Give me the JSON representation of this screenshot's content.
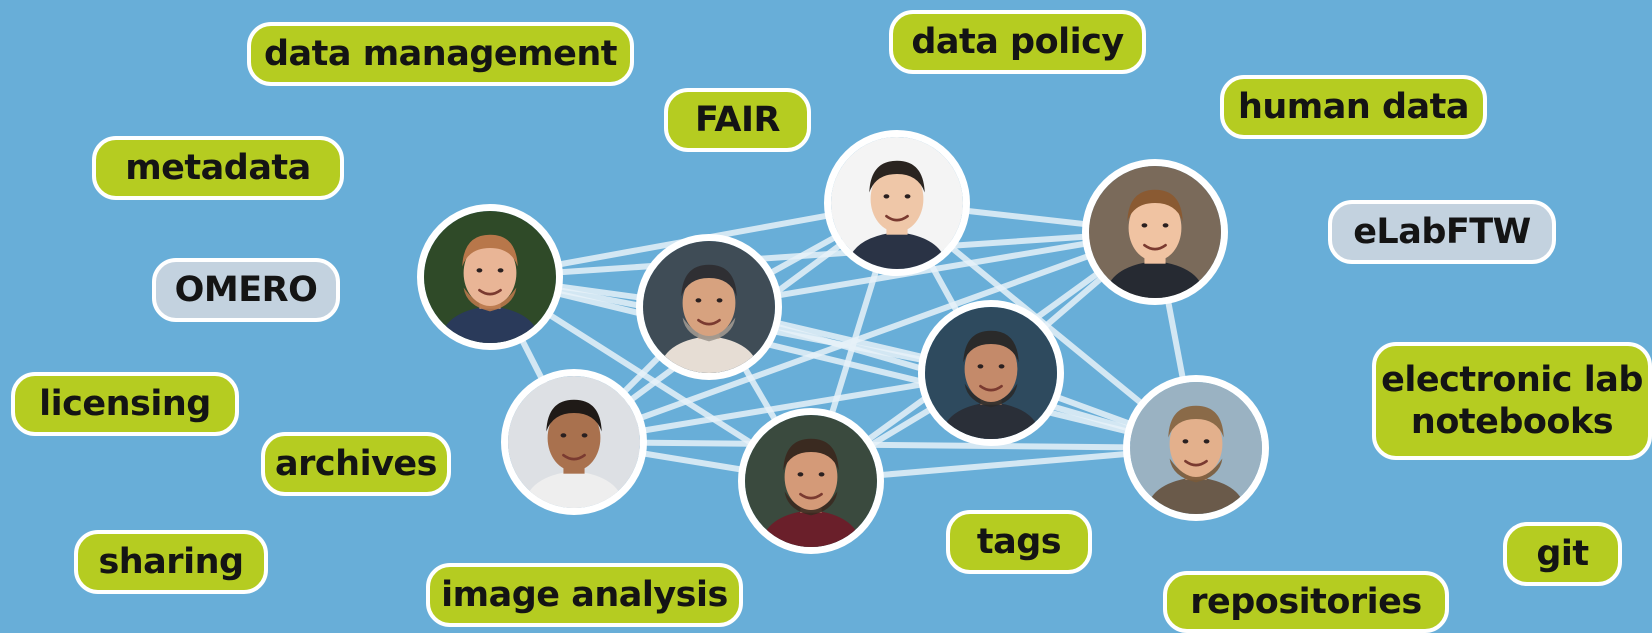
{
  "tags": [
    {
      "id": "data-management",
      "label": "data management",
      "style": "green"
    },
    {
      "id": "data-policy",
      "label": "data policy",
      "style": "green"
    },
    {
      "id": "fair",
      "label": "FAIR",
      "style": "green"
    },
    {
      "id": "human-data",
      "label": "human data",
      "style": "green"
    },
    {
      "id": "metadata",
      "label": "metadata",
      "style": "green"
    },
    {
      "id": "omero",
      "label": "OMERO",
      "style": "grey"
    },
    {
      "id": "elabftw",
      "label": "eLabFTW",
      "style": "grey"
    },
    {
      "id": "licensing",
      "label": "licensing",
      "style": "green"
    },
    {
      "id": "electronic-lab-notebooks",
      "label": "electronic lab\nnotebooks",
      "style": "green"
    },
    {
      "id": "archives",
      "label": "archives",
      "style": "green"
    },
    {
      "id": "sharing",
      "label": "sharing",
      "style": "green"
    },
    {
      "id": "image-analysis",
      "label": "image analysis",
      "style": "green"
    },
    {
      "id": "tags",
      "label": "tags",
      "style": "green"
    },
    {
      "id": "git",
      "label": "git",
      "style": "green"
    },
    {
      "id": "repositories",
      "label": "repositories",
      "style": "green"
    }
  ],
  "people": [
    {
      "id": "person-1",
      "skin": "#e9b596",
      "hair": "#b8774a",
      "beard": "#b8774a",
      "background": "#2f4a28",
      "shirt": "#2a3a5a"
    },
    {
      "id": "person-2",
      "skin": "#d7a27f",
      "hair": "#2f2f33",
      "beard": "#9e9890",
      "background": "#3f4c56",
      "shirt": "#e6ddd4"
    },
    {
      "id": "person-3",
      "skin": "#efc7a8",
      "hair": "#2a2420",
      "beard": null,
      "background": "#f4f4f4",
      "shirt": "#2a3345"
    },
    {
      "id": "person-4",
      "skin": "#f0c3a2",
      "hair": "#8a5a32",
      "beard": null,
      "background": "#7a6a5a",
      "shirt": "#262a32"
    },
    {
      "id": "person-5",
      "skin": "#a9714e",
      "hair": "#1f1a17",
      "beard": null,
      "background": "#dde0e4",
      "shirt": "#eeeeee"
    },
    {
      "id": "person-6",
      "skin": "#d49a78",
      "hair": "#3a2a20",
      "beard": "#3a2a20",
      "background": "#3a4a3e",
      "shirt": "#6a1f2a"
    },
    {
      "id": "person-7",
      "skin": "#c48a6a",
      "hair": "#2a2a2a",
      "beard": "#2a2a2a",
      "background": "#2e4a5e",
      "shirt": "#2a2f38"
    },
    {
      "id": "person-8",
      "skin": "#e3b08c",
      "hair": "#8a6a48",
      "beard": "#7a5a3a",
      "background": "#9ab2c2",
      "shirt": "#6a5a4a"
    }
  ],
  "links": [
    [
      "person-1",
      "person-2"
    ],
    [
      "person-1",
      "person-3"
    ],
    [
      "person-1",
      "person-4"
    ],
    [
      "person-1",
      "person-5"
    ],
    [
      "person-1",
      "person-6"
    ],
    [
      "person-1",
      "person-7"
    ],
    [
      "person-1",
      "person-8"
    ],
    [
      "person-2",
      "person-3"
    ],
    [
      "person-2",
      "person-4"
    ],
    [
      "person-2",
      "person-5"
    ],
    [
      "person-2",
      "person-6"
    ],
    [
      "person-2",
      "person-7"
    ],
    [
      "person-2",
      "person-8"
    ],
    [
      "person-3",
      "person-4"
    ],
    [
      "person-3",
      "person-5"
    ],
    [
      "person-3",
      "person-6"
    ],
    [
      "person-3",
      "person-7"
    ],
    [
      "person-3",
      "person-8"
    ],
    [
      "person-4",
      "person-5"
    ],
    [
      "person-4",
      "person-6"
    ],
    [
      "person-4",
      "person-7"
    ],
    [
      "person-4",
      "person-8"
    ],
    [
      "person-5",
      "person-6"
    ],
    [
      "person-5",
      "person-7"
    ],
    [
      "person-5",
      "person-8"
    ],
    [
      "person-6",
      "person-7"
    ],
    [
      "person-6",
      "person-8"
    ],
    [
      "person-7",
      "person-8"
    ]
  ]
}
